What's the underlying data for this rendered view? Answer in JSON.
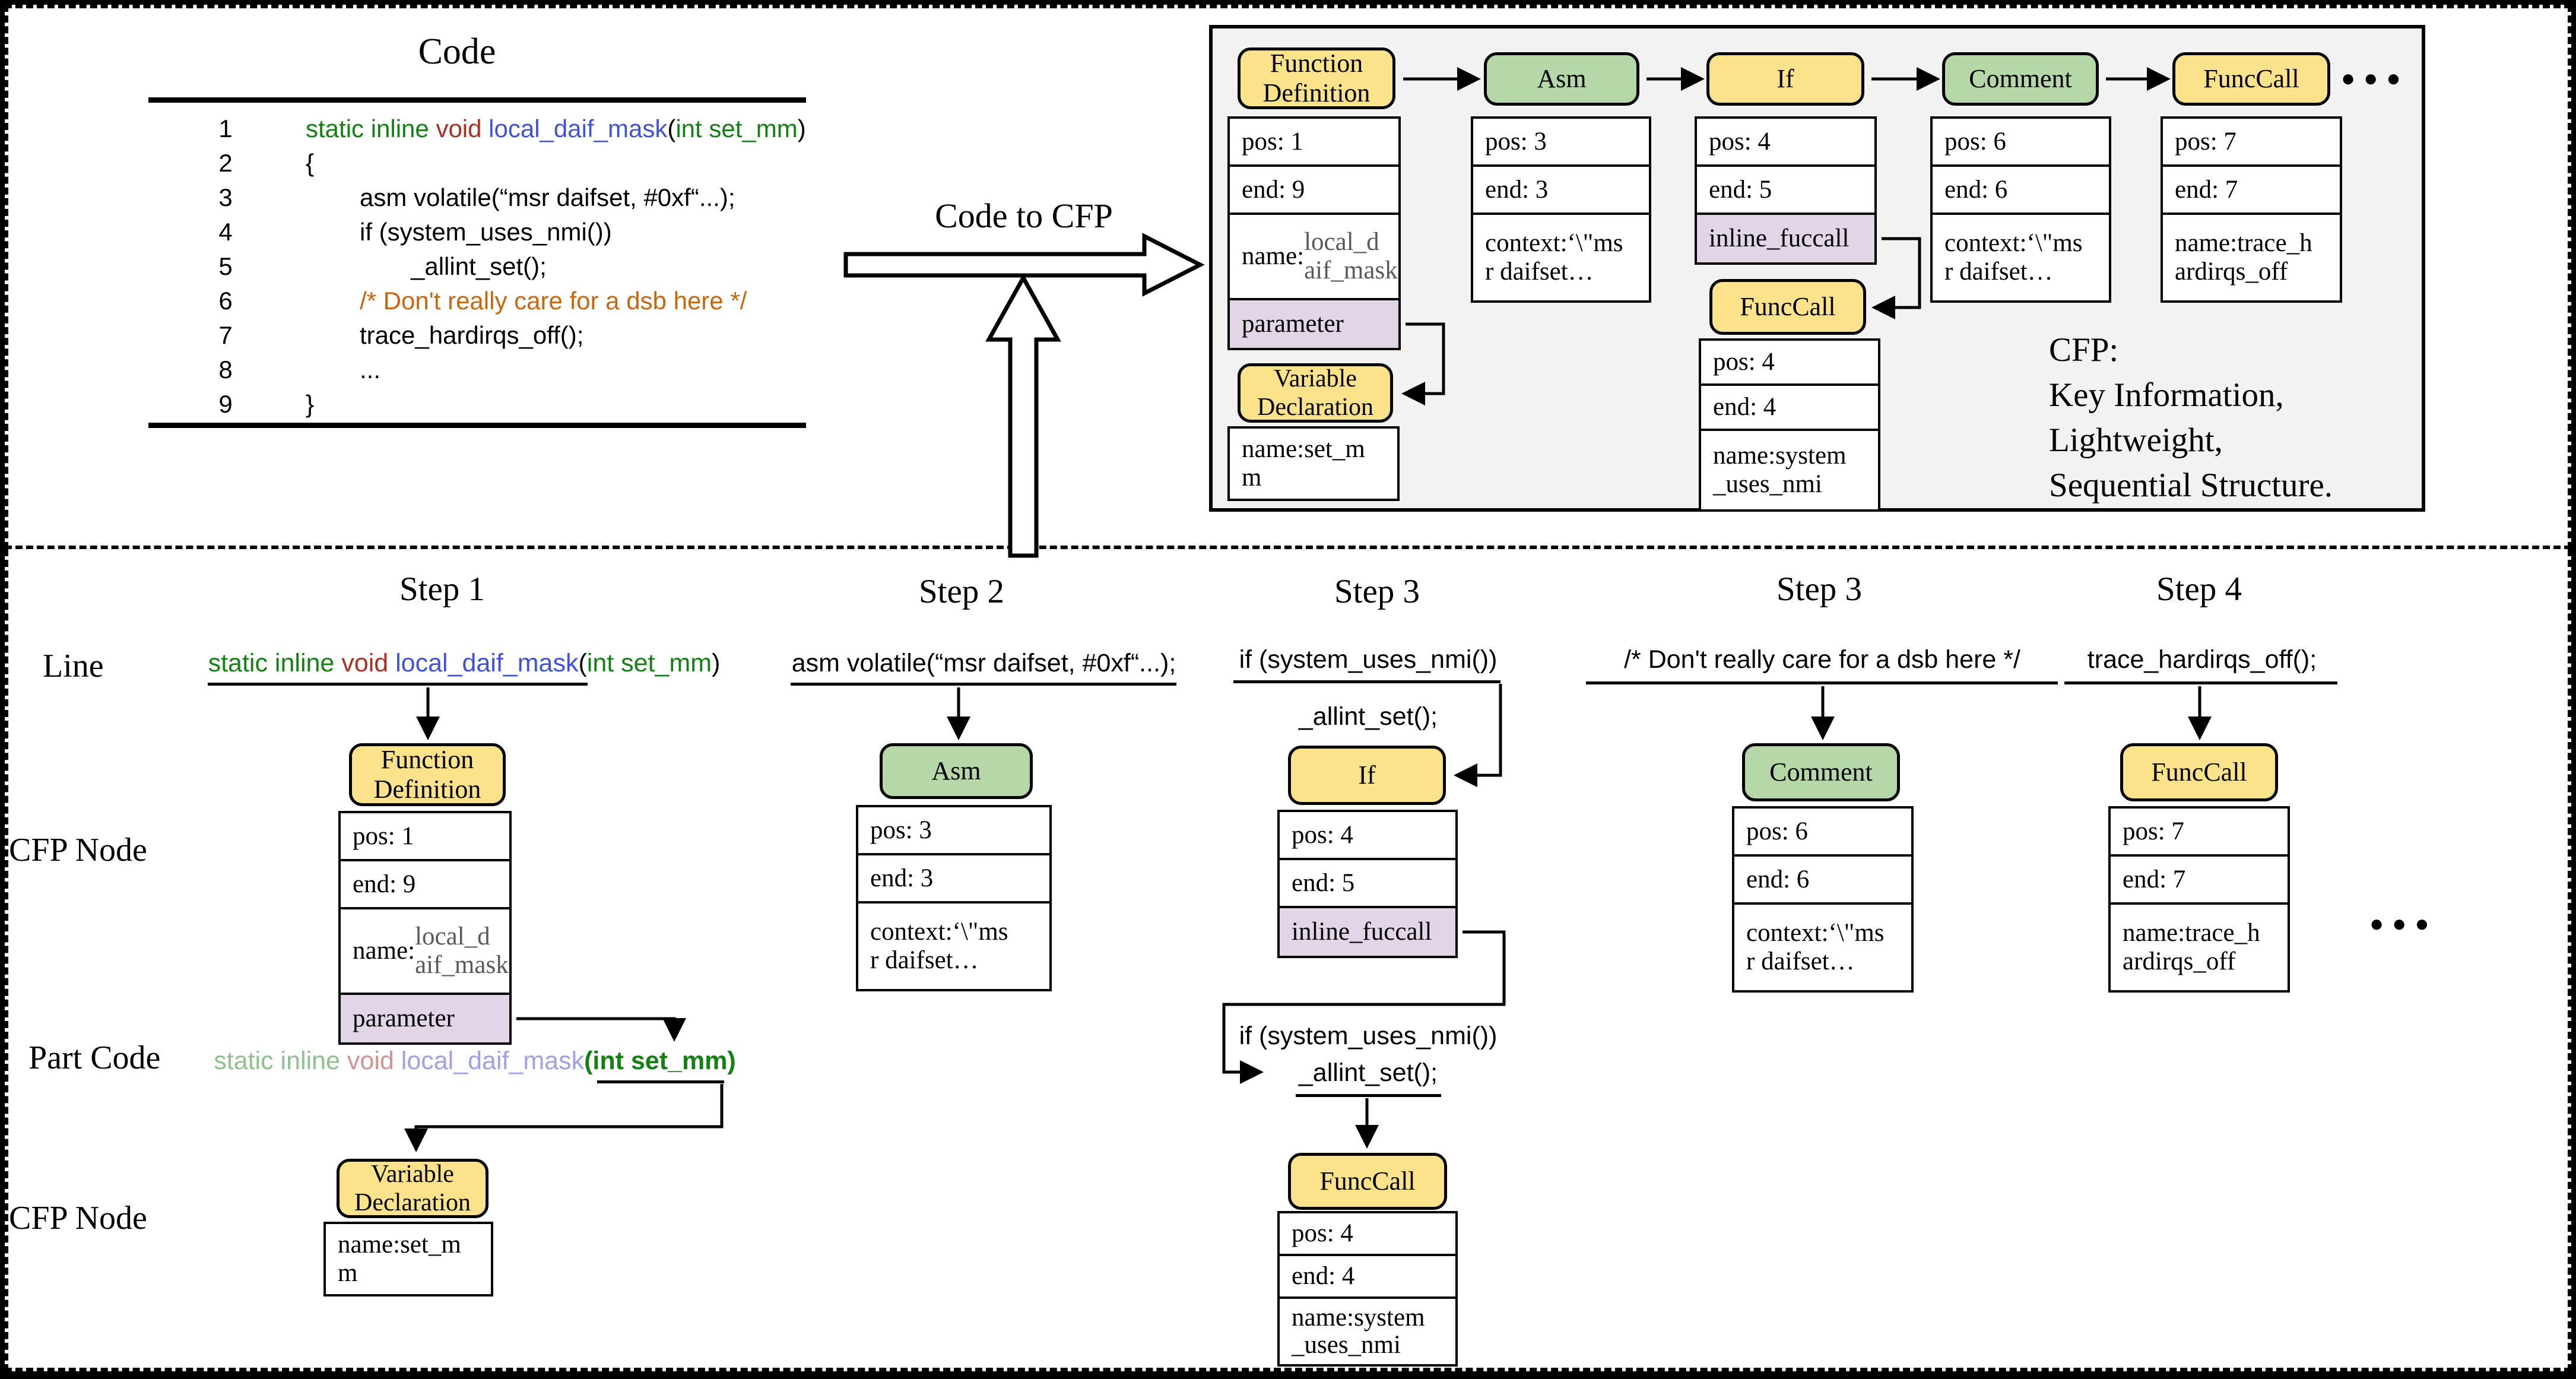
{
  "top": {
    "code": {
      "title": "Code",
      "l1": {
        "n": "1",
        "a": "static inline ",
        "b": "void ",
        "c": "local_daif_mask",
        "d": "(",
        "e": "int set_mm",
        "f": ")"
      },
      "l2": {
        "n": "2",
        "t": "{"
      },
      "l3": {
        "n": "3",
        "t": "asm volatile(“msr daifset, #0xf“...);"
      },
      "l4": {
        "n": "4",
        "t": "if (system_uses_nmi())"
      },
      "l5": {
        "n": "5",
        "t": "_allint_set();"
      },
      "l6": {
        "n": "6",
        "t": "/* Don't really care for a dsb here */"
      },
      "l7": {
        "n": "7",
        "t": "trace_hardirqs_off();"
      },
      "l8": {
        "n": "8",
        "t": "..."
      },
      "l9": {
        "n": "9",
        "t": "}"
      }
    },
    "arrow_label": "Code to CFP",
    "panel": {
      "fd": {
        "label": "Function\nDefinition",
        "pos": "pos: 1",
        "end": "end: 9",
        "name_key": "name:",
        "name_val": "local_d\naif_mask",
        "param": "parameter"
      },
      "vd": {
        "label": "Variable\nDeclaration",
        "name": "name:set_m\nm"
      },
      "asm": {
        "label": "Asm",
        "pos": "pos: 3",
        "end": "end: 3",
        "context": "context:‘\\\"ms\nr daifset…"
      },
      "iff": {
        "label": "If",
        "pos": "pos: 4",
        "end": "end: 5",
        "inline": "inline_fuccall"
      },
      "if_fc": {
        "label": "FuncCall",
        "pos": "pos: 4",
        "end": "end: 4",
        "name": "name:system\n_uses_nmi"
      },
      "comment": {
        "label": "Comment",
        "pos": "pos: 6",
        "end": "end: 6",
        "context": "context:‘\\\"ms\nr daifset…"
      },
      "fc": {
        "label": "FuncCall",
        "pos": "pos: 7",
        "end": "end: 7",
        "name": "name:trace_h\nardirqs_off"
      },
      "ellipsis": "●●●",
      "note": "CFP:\nKey Information,\nLightweight,\nSequential Structure."
    }
  },
  "bottom": {
    "labels": {
      "line": "Line",
      "cfp1": "CFP Node",
      "part": "Part Code",
      "cfp2": "CFP Node"
    },
    "s1": {
      "title": "Step 1",
      "line": {
        "a": "static inline ",
        "b": "void ",
        "c": "local_daif_mask",
        "d": "(",
        "e": "int set_mm",
        "f": ")"
      },
      "node": "Function\nDefinition",
      "pos": "pos: 1",
      "end": "end: 9",
      "name_key": "name:",
      "name_val": "local_d\naif_mask",
      "param": "parameter",
      "part": {
        "a": "static inline ",
        "b": "void ",
        "c": "local_daif_mask",
        "d": "(int set_mm)"
      },
      "vd": {
        "label": "Variable\nDeclaration",
        "name": "name:set_m\nm"
      }
    },
    "s2": {
      "title": "Step 2",
      "line": "asm volatile(“msr daifset, #0xf“...);",
      "node": "Asm",
      "pos": "pos: 3",
      "end": "end: 3",
      "context": "context:‘\\\"ms\nr daifset…"
    },
    "s3": {
      "title": "Step 3",
      "line1": "if (system_uses_nmi())",
      "line2": "_allint_set();",
      "node": "If",
      "pos": "pos: 4",
      "end": "end: 5",
      "inline": "inline_fuccall",
      "part1": "if (system_uses_nmi())",
      "part2": "_allint_set();",
      "fc": {
        "label": "FuncCall",
        "pos": "pos: 4",
        "end": "end: 4",
        "name": "name:system\n_uses_nmi"
      }
    },
    "s3b": {
      "title": "Step 3",
      "line": "/* Don't really care for a dsb here */",
      "node": "Comment",
      "pos": "pos: 6",
      "end": "end: 6",
      "context": "context:‘\\\"ms\nr daifset…"
    },
    "s4": {
      "title": "Step 4",
      "line": "trace_hardirqs_off();",
      "node": "FuncCall",
      "pos": "pos: 7",
      "end": "end: 7",
      "name": "name:trace_h\nardirqs_off"
    },
    "ellipsis": "●●●"
  }
}
